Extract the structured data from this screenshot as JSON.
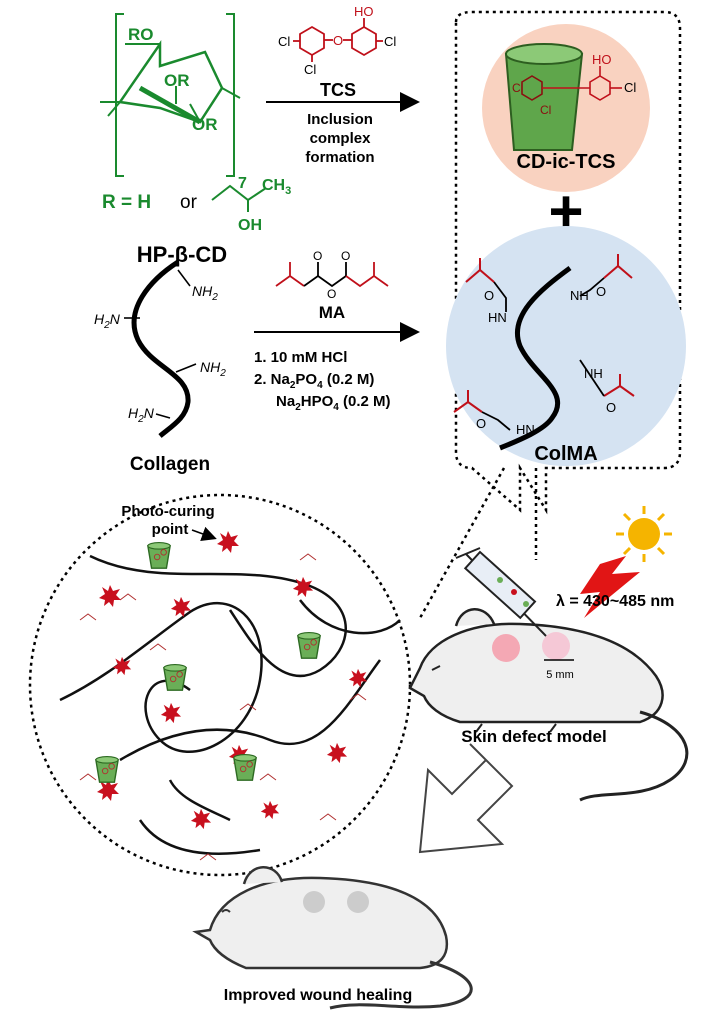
{
  "hpbcd": {
    "ro": "RO",
    "or1": "OR",
    "or2": "OR",
    "n": "7",
    "r_def": "R = H",
    "or_word": "or",
    "ch3": "CH",
    "ch3_sub": "3",
    "oh": "OH",
    "name": "HP-β-CD"
  },
  "tcs": {
    "ho": "HO",
    "cl1": "Cl",
    "cl2": "Cl",
    "cl3": "Cl",
    "name": "TCS",
    "step": [
      "Inclusion",
      "complex",
      "formation"
    ]
  },
  "complex": {
    "name": "CD-ic-TCS",
    "ho": "HO",
    "cl_a": "Cl",
    "cl_b": "Cl",
    "cl_c": "Cl"
  },
  "plus": "+",
  "collagen": {
    "nh2_top": "NH",
    "h2n_left": "H",
    "nh2_right": "NH",
    "h2n_bottom": "H",
    "sub2": "2",
    "n_letter": "N",
    "name": "Collagen"
  },
  "ma": {
    "name": "MA",
    "step1": "1.  10 mM HCl",
    "step2a": "2.  Na",
    "step2a_sub": "2",
    "step2a_b": "PO",
    "step2a_sub2": "4",
    "step2a_c": " (0.2 M)",
    "step2b": "Na",
    "step2b_sub": "2",
    "step2b_b": "HPO",
    "step2b_sub2": "4",
    "step2b_c": " (0.2 M)"
  },
  "colma": {
    "name": "ColMA",
    "nh_labels": [
      "NH",
      "HN",
      "NH",
      "HN"
    ],
    "o": "O"
  },
  "network": {
    "label_l1": "Photo-curing",
    "label_l2": "point"
  },
  "mouse": {
    "wavelength": "λ = 430~485 nm",
    "scale": "5 mm",
    "caption": "Skin defect model"
  },
  "healed": {
    "caption": "Improved wound healing"
  },
  "colors": {
    "green": "#1a8a2e",
    "red": "#c0101a",
    "peach": "#f9d2c0",
    "blue": "#d5e3f2",
    "star": "#c8101e",
    "sun": "#f5b400"
  }
}
